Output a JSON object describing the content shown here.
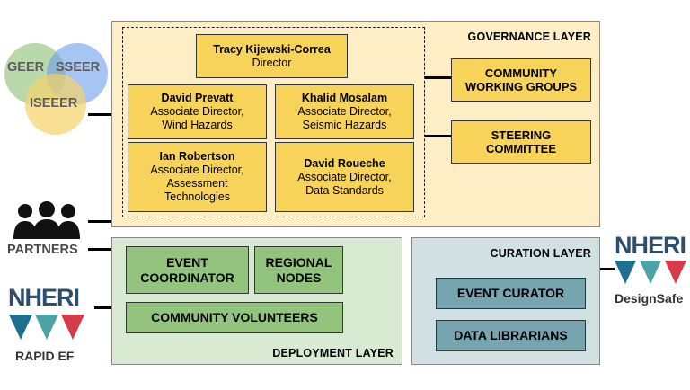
{
  "governance": {
    "title": "GOVERNANCE LAYER",
    "director": {
      "name": "Tracy Kijewski-Correa",
      "role": "Director"
    },
    "associates": [
      {
        "name": "David Prevatt",
        "role1": "Associate Director,",
        "role2": "Wind Hazards"
      },
      {
        "name": "Khalid Mosalam",
        "role1": "Associate Director,",
        "role2": "Seismic Hazards"
      },
      {
        "name": "Ian Robertson",
        "role1": "Associate Director,",
        "role2": "Assessment",
        "role3": "Technologies"
      },
      {
        "name": "David Roueche",
        "role1": "Associate Director,",
        "role2": "Data Standards"
      }
    ],
    "side_boxes": [
      {
        "line1": "COMMUNITY",
        "line2": "WORKING GROUPS"
      },
      {
        "line1": "STEERING",
        "line2": "COMMITTEE"
      }
    ]
  },
  "deployment": {
    "title": "DEPLOYMENT LAYER",
    "event_coordinator": {
      "line1": "EVENT",
      "line2": "COORDINATOR"
    },
    "regional_nodes": {
      "line1": "REGIONAL",
      "line2": "NODES"
    },
    "community_volunteers": "COMMUNITY VOLUNTEERS"
  },
  "curation": {
    "title": "CURATION LAYER",
    "event_curator": "EVENT CURATOR",
    "data_librarians": "DATA LIBRARIANS"
  },
  "left": {
    "venn": [
      "GEER",
      "SSEER",
      "ISEEER"
    ],
    "partners": "PARTNERS",
    "rapid_logo": "NHERI",
    "rapid_label": "RAPID EF"
  },
  "right": {
    "designsafe_logo": "NHERI",
    "designsafe_label": "DesignSafe"
  },
  "colors": {
    "governance_bg": "#fdeec5",
    "deployment_bg": "#d9ead3",
    "curation_bg": "#d0e0e3",
    "gold": "#f8d35a",
    "green": "#92c47e",
    "teal": "#76a5af"
  }
}
